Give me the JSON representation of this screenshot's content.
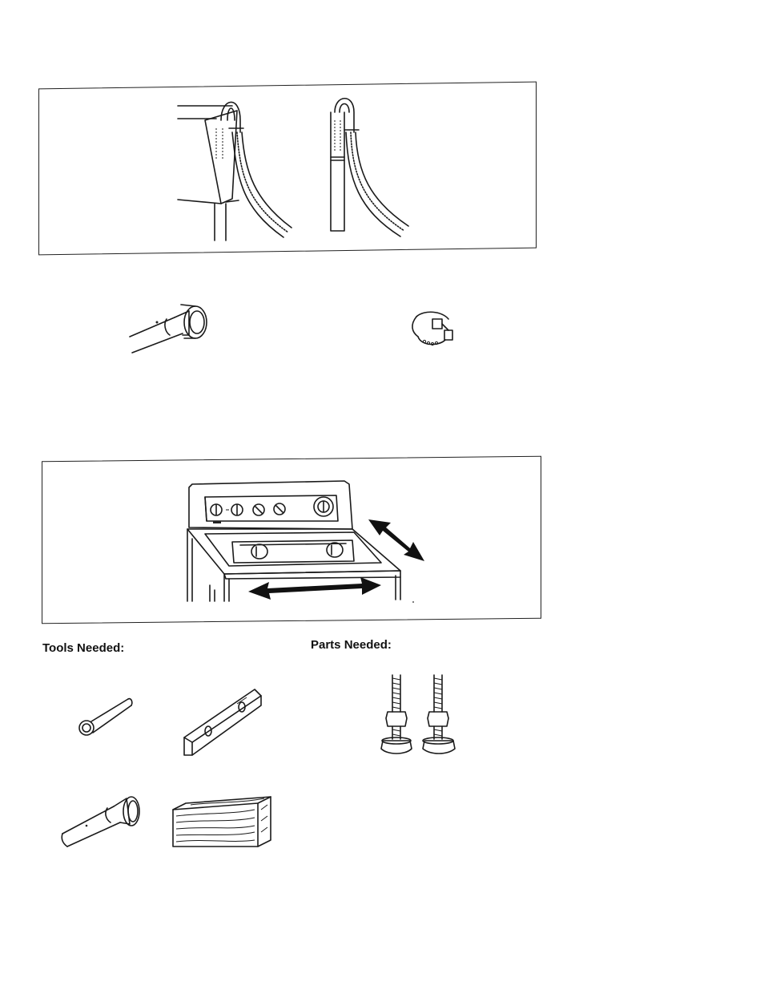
{
  "page": {
    "illustrations": {
      "hose_standpipe": "drain-hose-in-standpipe-illustration",
      "hose_tub": "drain-hose-over-laundry-tub-illustration",
      "standpipe_adapter": "standpipe-adapter-icon",
      "hose_clamp": "hose-clamp-icon",
      "washer_level": "washer-leveling-illustration",
      "wrench": "wrench-icon",
      "level": "carpenter-level-icon",
      "leveling_legs": "leveling-legs-icon",
      "pipe_adapter": "pipe-adapter-icon",
      "wood_block": "wood-block-icon"
    }
  },
  "tools_section": {
    "heading": "Tools Needed:"
  },
  "parts_section": {
    "heading": "Parts Needed:"
  }
}
